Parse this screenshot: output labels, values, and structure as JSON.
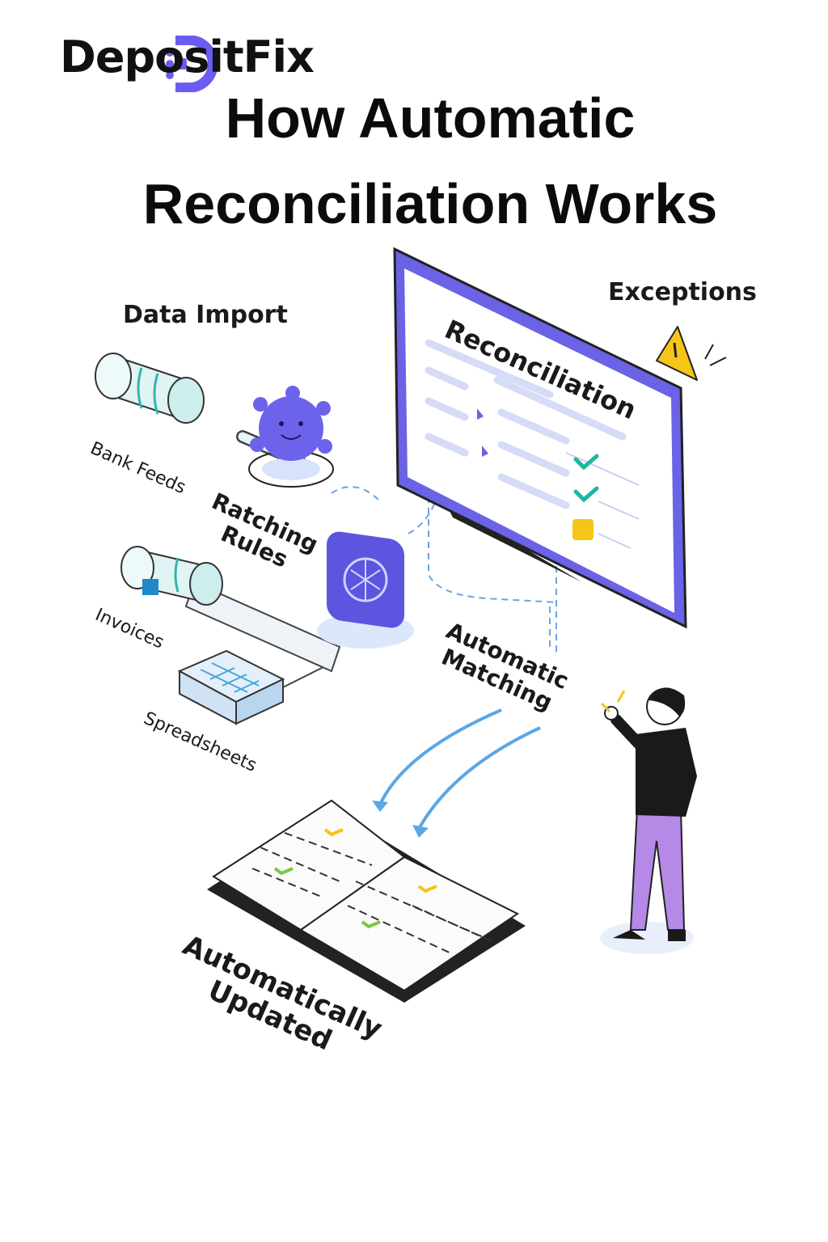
{
  "brand": {
    "name": "DepositFix",
    "accent": "#6a5cf0"
  },
  "title": {
    "line1": "How Automatic",
    "line2": "Reconciliation Works"
  },
  "labels": {
    "data_import": "Data Import",
    "bank_feeds": "Bank Feeds",
    "ratching_rules_1": "Ratching",
    "ratching_rules_2": "Rules",
    "invoices": "Invoices",
    "spreadsheets": "Spreadsheets",
    "reconciliation": "Reconciliation",
    "exceptions": "Exceptions",
    "automatic_matching_1": "Automatic",
    "automatic_matching_2": "Matching",
    "automatically_updated_1": "Automatically",
    "automatically_updated_2": "Updated"
  },
  "icons": {
    "logo": "depositfix-logo-icon",
    "bank_feeds": "cylinder-icon",
    "invoices": "document-roll-icon",
    "spreadsheets": "spreadsheet-box-icon",
    "rules_engine": "chip-icon",
    "bot": "virus-bot-icon",
    "monitor": "monitor-icon",
    "warning": "warning-triangle-icon",
    "ledger": "open-book-icon",
    "person": "person-icon"
  },
  "colors": {
    "monitor_frame": "#6a63e6",
    "check_teal": "#1db7a0",
    "check_green": "#7ac943",
    "warning_yellow": "#f5c518",
    "arrow_blue": "#5aa7e6",
    "shirt": "#1a1a1a",
    "pants": "#b48ae6"
  }
}
